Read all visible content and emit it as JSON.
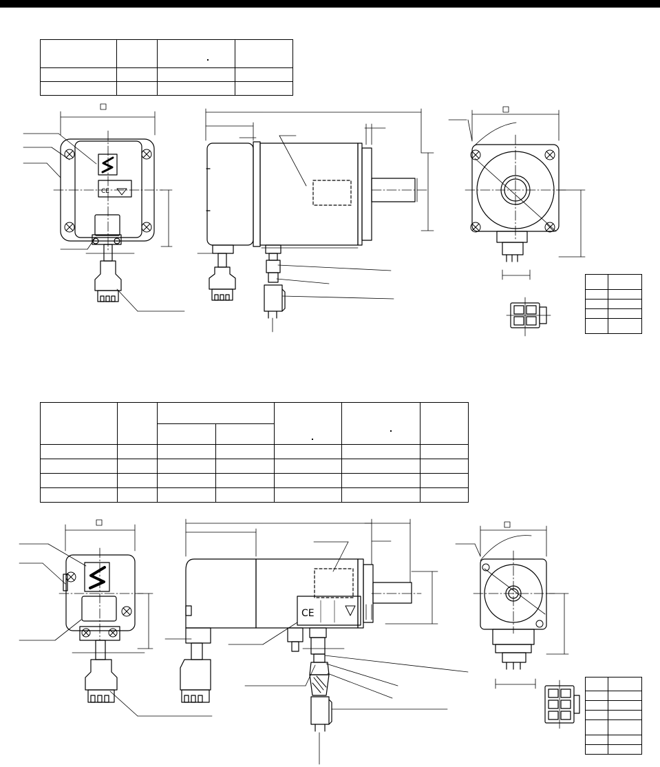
{
  "page": {
    "header_bar_color": "#000000"
  },
  "section_1": {
    "table_rows": 3,
    "table_cols": 4,
    "pin_table_rows": 4
  },
  "section_2": {
    "table_rows": 6,
    "table_cols": 7,
    "pin_table_rows": 6
  }
}
